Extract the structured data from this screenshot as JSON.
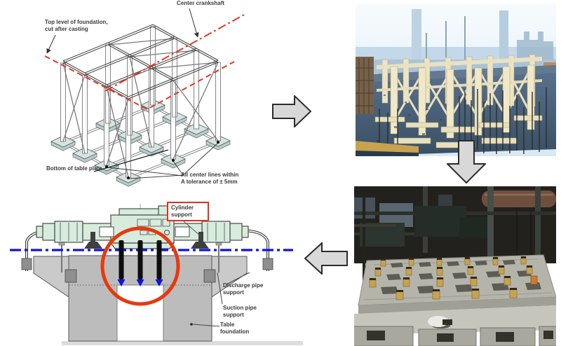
{
  "template_drawing": {
    "labels": {
      "center_crankshaft": "Center crankshaft",
      "top_level": "Top level of foundation,\ncut after casting",
      "bottom_plate": "Bottom of table plate",
      "tolerance": "All center lines within\nA tolerance of ± 5mm"
    }
  },
  "machine_drawing": {
    "labels": {
      "cylinder_support": "Cylinder\nsupport",
      "discharge": "Discharge pipe\nsupport",
      "suction": "Suction pipe\nsupport",
      "table_foundation": "Table\nfoundation"
    }
  },
  "icons": {
    "arrow_right": "block-arrow-right",
    "arrow_down": "block-arrow-down",
    "arrow_left": "block-arrow-left"
  },
  "colors": {
    "accent_red": "#e8380d",
    "centerline_blue": "#1212dd",
    "machine_green": "#d7ecdc",
    "foundation_gray": "#bcbcbc",
    "baseplate_teal": "#d6e3e1",
    "arrow_fill": "#d8d8d8"
  }
}
